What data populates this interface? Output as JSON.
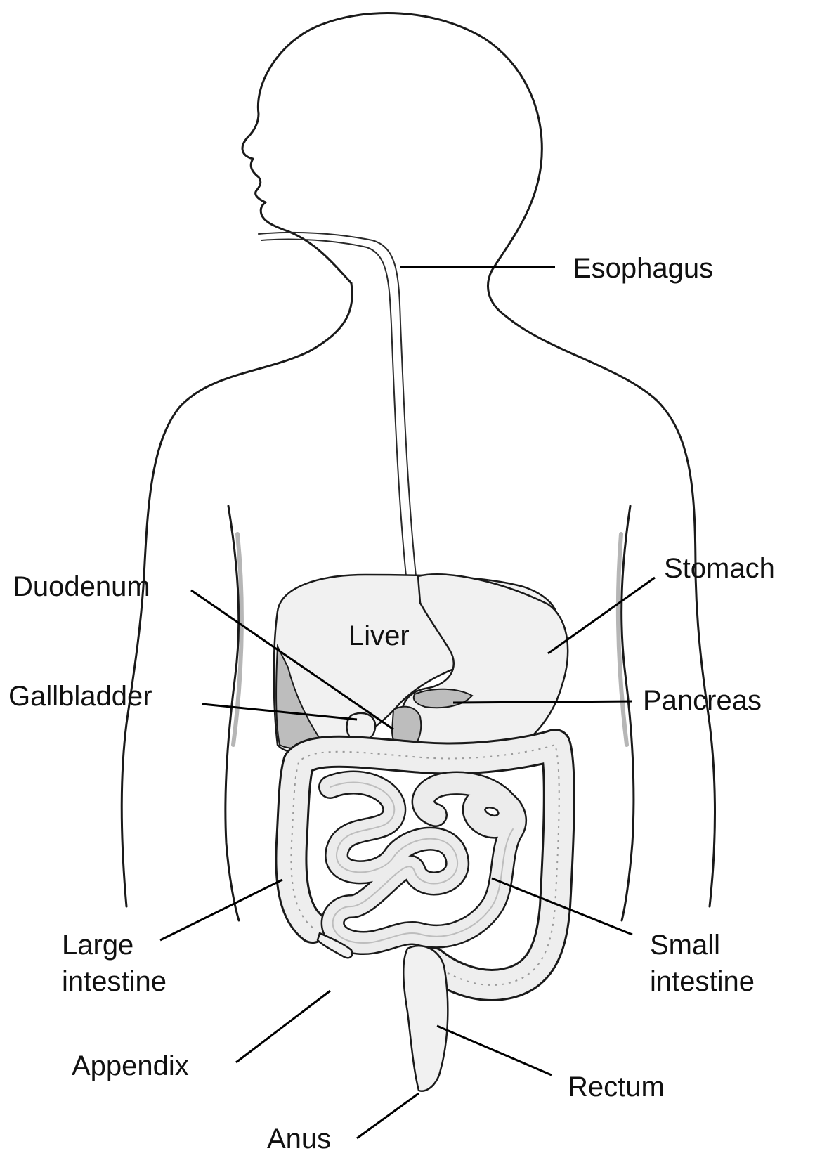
{
  "labels": {
    "esophagus": "Esophagus",
    "stomach": "Stomach",
    "duodenum": "Duodenum",
    "liver": "Liver",
    "gallbladder": "Gallbladder",
    "pancreas": "Pancreas",
    "large_intestine_line1": "Large",
    "large_intestine_line2": "intestine",
    "small_intestine_line1": "Small",
    "small_intestine_line2": "intestine",
    "appendix": "Appendix",
    "rectum": "Rectum",
    "anus": "Anus"
  }
}
